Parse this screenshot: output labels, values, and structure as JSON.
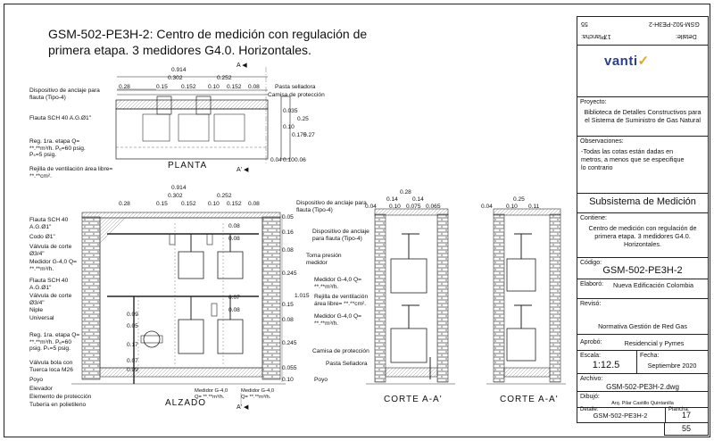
{
  "title": "GSM-502-PE3H-2: Centro de medición con regulación de primera etapa.  3 medidores G4.0. Horizontales.",
  "title_block": {
    "logo_text": "vanti",
    "top_rotated": {
      "num": "55",
      "code": "GSM-502-PE3H-2",
      "plancha_label": "Plancha:",
      "plancha_value": "17",
      "detalle_label": "Detalle:"
    },
    "proyecto_label": "Proyecto:",
    "proyecto_value": "Biblioteca de Detalles Constructivos para el Sistema de Suministro de Gas Natural",
    "observaciones_label": "Observaciones:",
    "observaciones_value": "-Todas las cotas están dadas en metros, a menos que se especifique lo contrario",
    "subsistema": "Subsistema de Medición",
    "contiene_label": "Contiene:",
    "contiene_value": "Centro de medición con regulación de primera etapa. 3 medidores G4.0. Horizontales.",
    "codigo_label": "Código:",
    "codigo_value": "GSM-502-PE3H-2",
    "elaboro_label": "Elaboró:",
    "elaboro_value": "Nueva Edificación Colombia",
    "reviso_label": "Revisó:",
    "reviso_value": "Normativa Gestión de Red Gas",
    "aprobo_label": "Aprobó:",
    "aprobo_value": "Residencial y Pymes",
    "escala_label": "Escala:",
    "escala_value": "1:12.5",
    "fecha_label": "Fecha:",
    "fecha_value": "Septiembre 2020",
    "archivo_label": "Archivo:",
    "archivo_value": "GSM-502-PE3H-2.dwg",
    "dibujo_label": "Dibujó:",
    "dibujo_value": "Arq. Pilar Castillo Quintanilla",
    "detalle_label": "Detalle:",
    "detalle_value": "GSM-502-PE3H-2",
    "plancha_label": "Plancha:",
    "plancha_value": "17",
    "page_num": "55"
  },
  "planta": {
    "view_title": "PLANTA",
    "section_mark_top": "A",
    "section_mark_bottom": "A'",
    "dims_top": [
      "0.914",
      "0.302",
      "0.252",
      "0.28",
      "0.15",
      "0.152",
      "0.10",
      "0.152",
      "0.08"
    ],
    "dims_side": [
      "0.035",
      "0.10",
      "0.175",
      "0.25",
      "0.27",
      "0.04",
      "0.10",
      "0.06"
    ],
    "labels": [
      "Dispositivo de anclaje para flauta (Tipo-4)",
      "Flauta SCH 40 A.G.Ø1\"",
      "Reg. 1ra. etapa Q= **.**m³/h. Pₑ=60 psig. Pₛ=5 psig.",
      "Rejilla de ventilación área libre= **.**cm².",
      "Pasta selladora",
      "Camisa de protección"
    ]
  },
  "alzado": {
    "view_title": "ALZADO",
    "section_mark_bottom": "A'",
    "dims_top": [
      "0.914",
      "0.302",
      "0.252",
      "0.28",
      "0.15",
      "0.152",
      "0.10",
      "0.152",
      "0.08"
    ],
    "dims_inner": [
      "0.08",
      "0.08",
      "0.07",
      "0.08",
      "0.09",
      "0.05",
      "0.17",
      "0.07",
      "0.09"
    ],
    "dims_right": [
      "0.05",
      "0.16",
      "0.08",
      "0.245",
      "1.015",
      "0.15",
      "0.08",
      "0.245",
      "0.055",
      "0.10"
    ],
    "labels_left": [
      "Flauta SCH 40 A.G.Ø1\"",
      "Codo Ø1\"",
      "Válvula de corte Ø3/4\"",
      "Medidor G-4,0 Q= **.**m³/h.",
      "Flauta SCH 40 A.G.Ø1\"",
      "Válvula de corte Ø3/4\"",
      "Niple",
      "Universal",
      "Reg. 1ra. etapa Q= **.**m³/h. Pₑ=60 psig. Pₛ=5 psig.",
      "Válvula bola con Tuerca loca M26",
      "Poyo",
      "Elevador",
      "Elemento de protección",
      "Tubería en polietileno"
    ],
    "labels_right": [
      "Dispositivo de anclaje para flauta (Tipo-4)",
      "Dispositivo de anclaje para flauta (Tipo-4)",
      "Toma presión medidor",
      "Medidor G-4,0 Q= **.**m³/h.",
      "Rejilla de ventilación área libre= **.**cm².",
      "Medidor G-4,0 Q= **.**m³/h.",
      "Camisa de protección",
      "Pasta Selladora",
      "Poyo"
    ],
    "labels_bottom": [
      "Medidor G-4,0 Q= **.**m³/h.",
      "Medidor G-4,0 Q= **.**m³/h."
    ]
  },
  "corte1": {
    "view_title": "CORTE A-A'",
    "dims_top": [
      "0.28",
      "0.14",
      "0.14",
      "0.04",
      "0.10",
      "0.075",
      "0.065"
    ]
  },
  "corte2": {
    "view_title": "CORTE A-A'",
    "dims_top": [
      "0.25",
      "0.04",
      "0.10",
      "0.11"
    ]
  }
}
